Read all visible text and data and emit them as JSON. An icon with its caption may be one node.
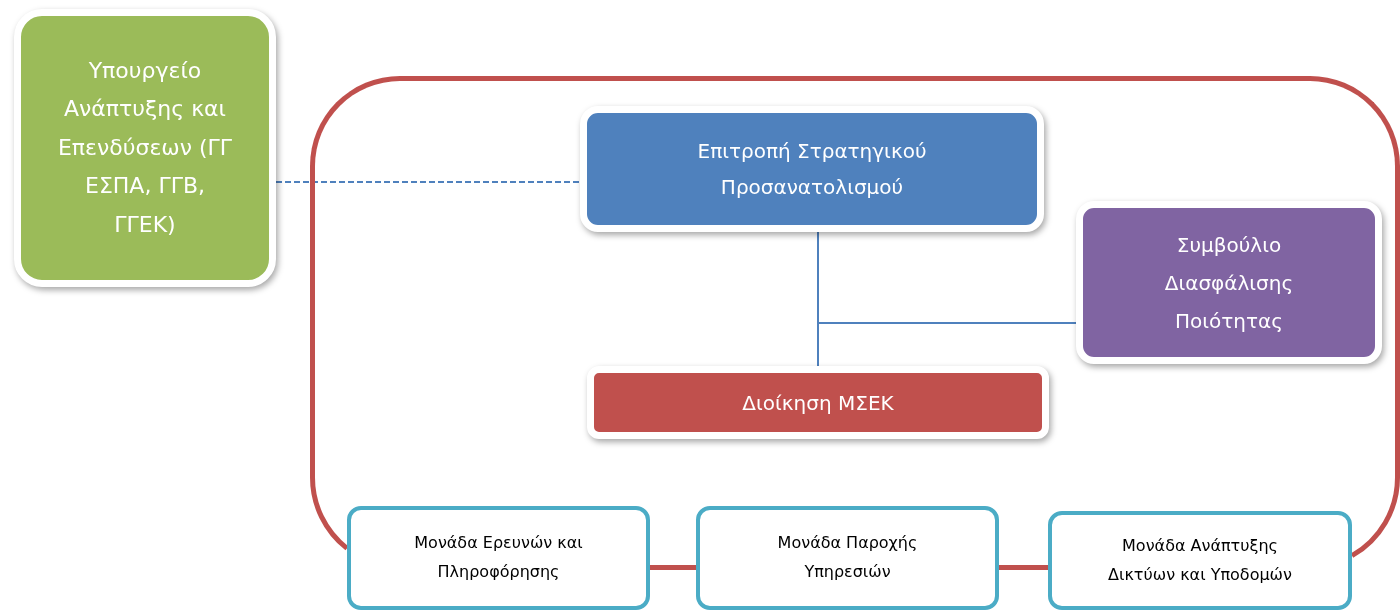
{
  "diagram": {
    "nodes": [
      {
        "text": [
          "Υπουργείο Ανάπτυξης και Επενδύσεων (ΓΓ ΕΣΠΑ, ΓΓΒ, ΓΓΕΚ)"
        ]
      },
      {
        "text": [],
        "shape": "box"
      },
      {
        "text": [
          "Επιτροπή Στρατηγικού Προσανατολισμού"
        ],
        "in": 1
      },
      {
        "text": [
          "Συμβούλιο Διασφάλισης Ποιότητας"
        ],
        "in": 1
      },
      {
        "text": [
          "Διοίκηση ΜΣΕΚ"
        ],
        "in": 1
      },
      {
        "text": [
          "Μονάδα Ερευνών και Πληροφόρησης"
        ]
      },
      {
        "text": [
          "Μονάδα Παροχής Υπηρεσιών"
        ]
      },
      {
        "text": [
          "Μονάδα Ανάπτυξης Δικτύων και Υποδομών"
        ]
      }
    ],
    "edges": [
      {
        "from": 0,
        "to": 2,
        "arrow": "none",
        "style": "dashed"
      },
      {
        "from": 2,
        "to": 4,
        "arrow": "none"
      },
      {
        "from": 3,
        "to": 4,
        "arrow": "none"
      }
    ]
  }
}
